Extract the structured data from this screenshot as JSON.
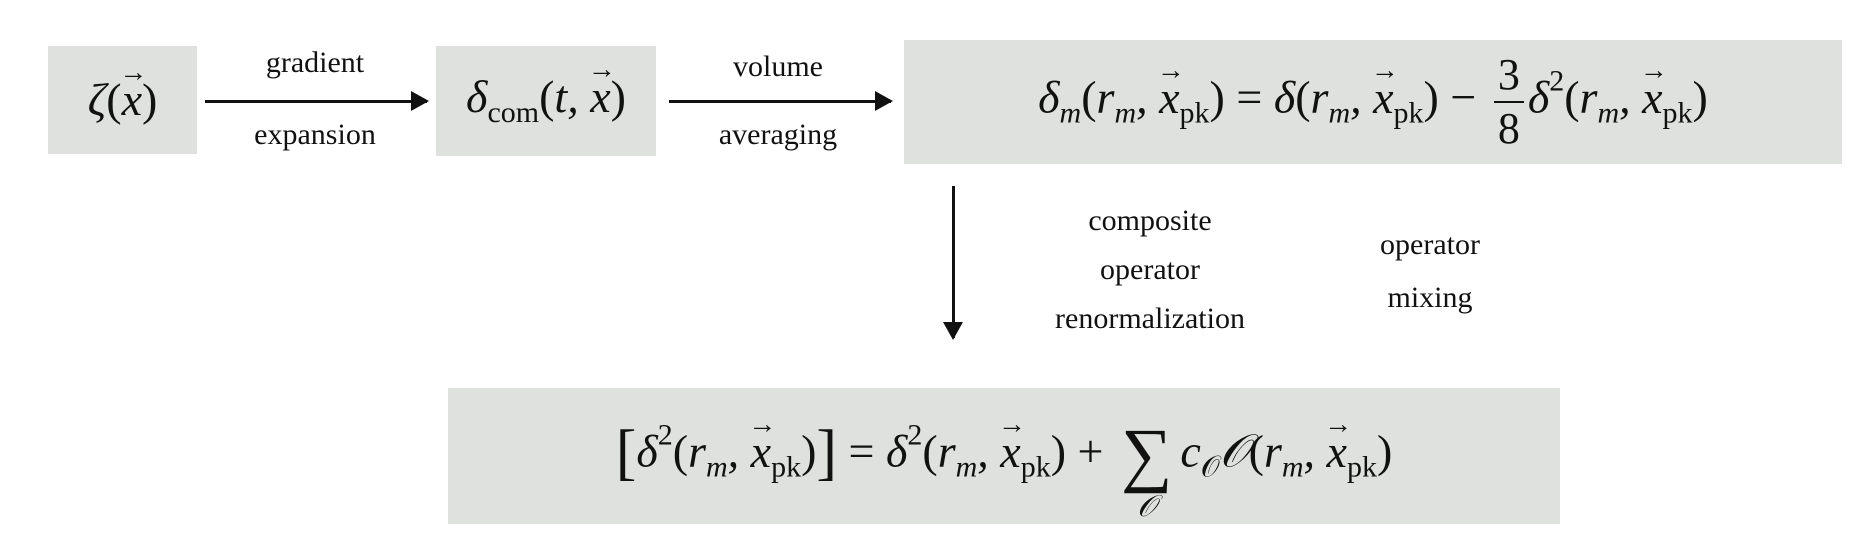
{
  "nodes": {
    "zeta": {
      "symbol": "ζ",
      "open": "(",
      "var": "x",
      "close": ")"
    },
    "delta_com": {
      "symbol": "δ",
      "subscript": "com",
      "args_open": "(t, ",
      "var": "x",
      "close": ")"
    },
    "delta_m": {
      "lhs_symbol": "δ",
      "lhs_sub": "m",
      "rm": "r",
      "rm_sub": "m",
      "var": "x",
      "pk": "pk",
      "equals": "=",
      "minus": "−",
      "frac_num": "3",
      "frac_den": "8",
      "power": "2"
    },
    "renorm": {
      "lbracket": "[",
      "rbracket": "]",
      "power": "2",
      "plus": "+",
      "sigma": "∑",
      "sum_index": "𝒪",
      "coef": "c",
      "op": "𝒪"
    }
  },
  "edges": {
    "e1": {
      "top": "gradient",
      "bottom": "expansion"
    },
    "e2": {
      "top": "volume",
      "bottom": "averaging"
    },
    "e3": {
      "left_lines": [
        "composite",
        "operator",
        "renormalization"
      ],
      "right_lines": [
        "operator",
        "mixing"
      ]
    }
  }
}
